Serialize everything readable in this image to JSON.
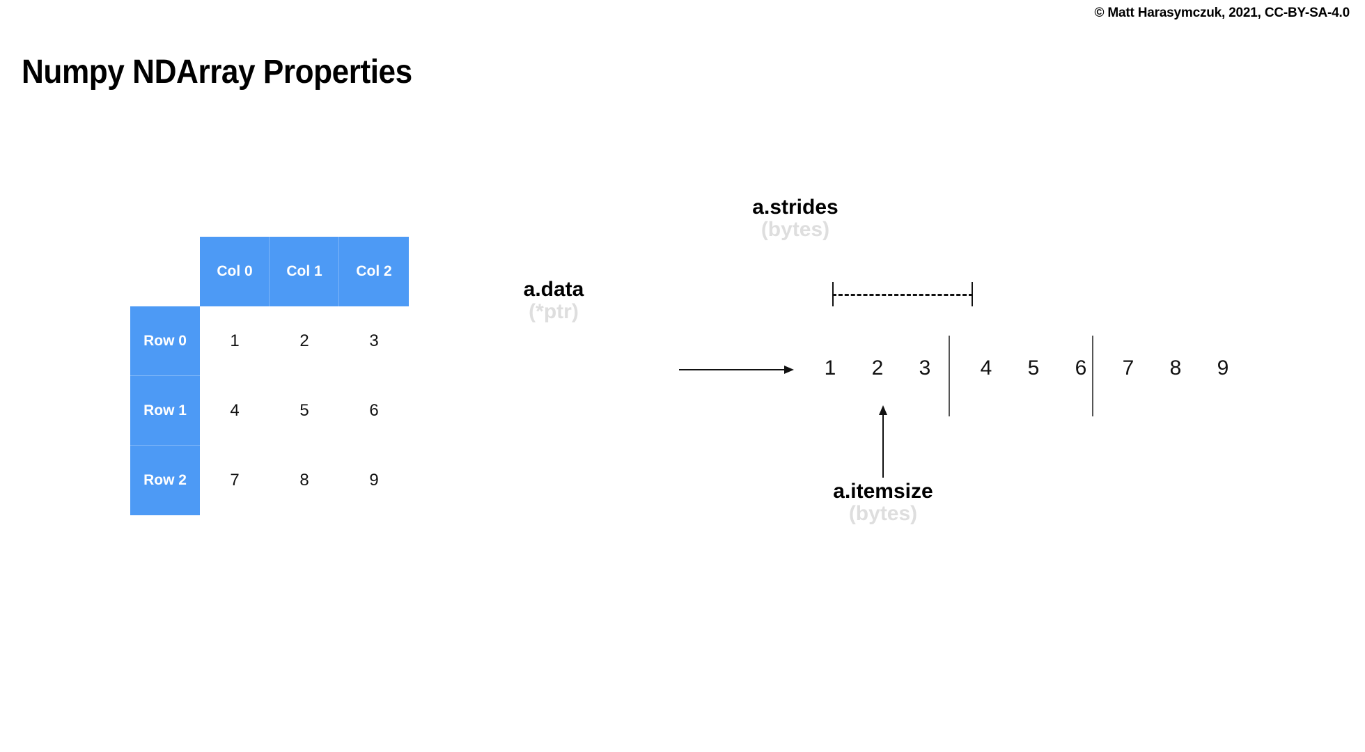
{
  "slide": {
    "title": "Numpy NDArray Properties",
    "copyright": "© Matt Harasymczuk, 2021, CC-BY-SA-4.0"
  },
  "colors": {
    "accent_blue": "#4d9af5",
    "muted_gray": "#dedede",
    "text_black": "#111111",
    "background": "#ffffff"
  },
  "table": {
    "column_headers": [
      "Col 0",
      "Col 1",
      "Col 2"
    ],
    "row_headers": [
      "Row 0",
      "Row 1",
      "Row 2"
    ],
    "cells": [
      [
        "1",
        "2",
        "3"
      ],
      [
        "4",
        "5",
        "6"
      ],
      [
        "7",
        "8",
        "9"
      ]
    ]
  },
  "memory": {
    "strides": {
      "label": "a.strides",
      "unit": "(bytes)"
    },
    "data": {
      "label": "a.data",
      "unit": "(*ptr)"
    },
    "itemsize": {
      "label": "a.itemsize",
      "unit": "(bytes)"
    },
    "sequence": [
      "1",
      "2",
      "3",
      "4",
      "5",
      "6",
      "7",
      "8",
      "9"
    ],
    "group_size": 3,
    "group_count": 3
  }
}
